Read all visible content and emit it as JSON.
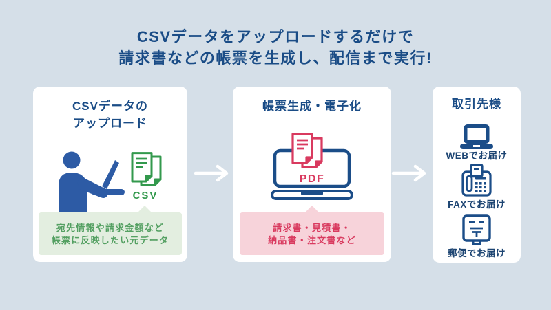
{
  "colors": {
    "background": "#d5dfe8",
    "panel": "#ffffff",
    "title_blue": "#1a4c86",
    "icon_navy": "#1b4d88",
    "person_blue": "#2d5ba5",
    "green": "#33994d",
    "green_note_bg": "#e3eee0",
    "green_note_text": "#54a062",
    "red": "#d93a5f",
    "pink_note_bg": "#f7d3da",
    "arrow": "#ffffff"
  },
  "header": {
    "title_line1": "CSVデータをアップロードするだけで",
    "title_line2": "請求書などの帳票を生成し、配信まで実行!"
  },
  "steps": {
    "upload": {
      "title_line1": "CSVデータの",
      "title_line2": "アップロード",
      "file_label": "CSV",
      "note_line1": "宛先情報や請求金額など",
      "note_line2": "帳票に反映したい元データ"
    },
    "generate": {
      "title": "帳票生成・電子化",
      "file_label": "PDF",
      "note_line1": "請求書・見積書・",
      "note_line2": "納品書・注文書など"
    },
    "deliver": {
      "title": "取引先様",
      "items": [
        {
          "icon": "laptop-icon",
          "label": "WEBでお届け"
        },
        {
          "icon": "fax-icon",
          "label": "FAXでお届け"
        },
        {
          "icon": "postbox-icon",
          "label": "郵便でお届け"
        }
      ]
    }
  }
}
